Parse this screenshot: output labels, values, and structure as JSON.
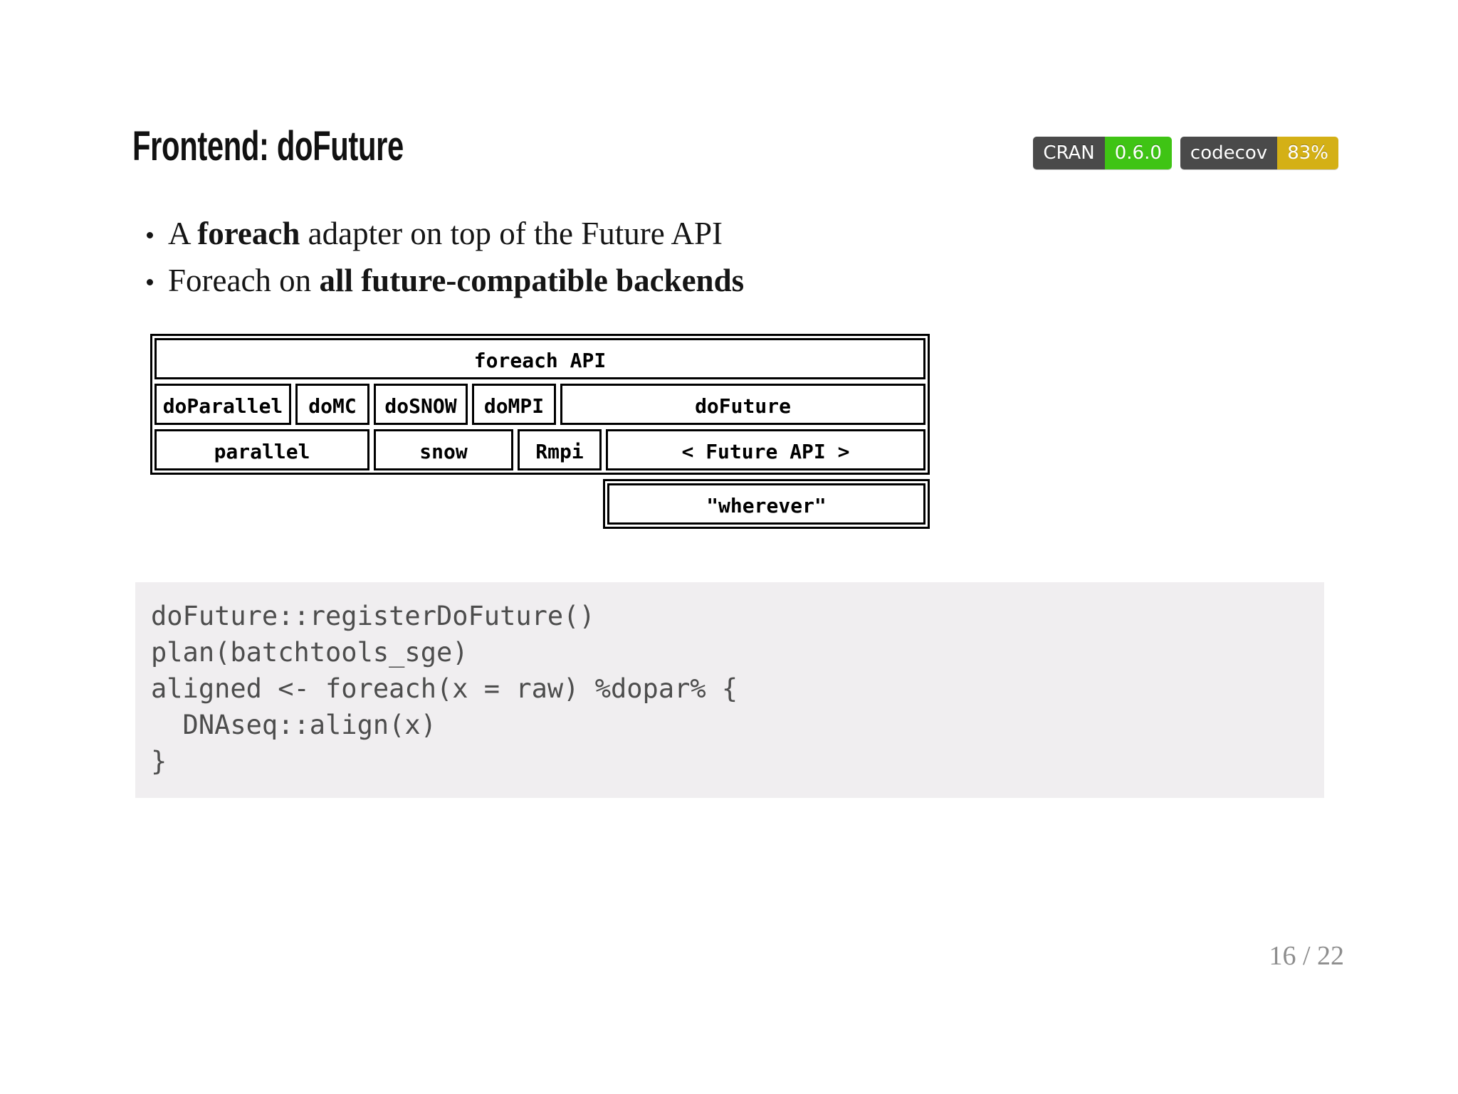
{
  "slide": {
    "title": "Frontend: doFuture",
    "page_number": "16 / 22",
    "background_color": "#ffffff"
  },
  "badges": [
    {
      "name": "cran",
      "label": "CRAN",
      "value": "0.6.0",
      "label_color": "#4a4a4a",
      "value_color": "#3fc414"
    },
    {
      "name": "codecov",
      "label": "codecov",
      "value": "83%",
      "label_color": "#4a4a4a",
      "value_color": "#d4b016"
    }
  ],
  "bullets": [
    {
      "prefix": "A ",
      "strong": "foreach",
      "suffix": " adapter on top of the Future API"
    },
    {
      "prefix": "Foreach on ",
      "strong": "all future-compatible backends",
      "suffix": ""
    }
  ],
  "diagram": {
    "title": "foreach API",
    "adapters": [
      "doParallel",
      "doMC",
      "doSNOW",
      "doMPI",
      "doFuture"
    ],
    "backends": [
      "parallel",
      "snow",
      "Rmpi",
      "< Future API >"
    ],
    "tail": "\"wherever\""
  },
  "code": {
    "language": "r",
    "background_color": "#f0eef0",
    "text_color": "#4d4d4d",
    "lines": "doFuture::registerDoFuture()\nplan(batchtools_sge)\naligned <- foreach(x = raw) %dopar% {\n  DNAseq::align(x)\n}"
  }
}
